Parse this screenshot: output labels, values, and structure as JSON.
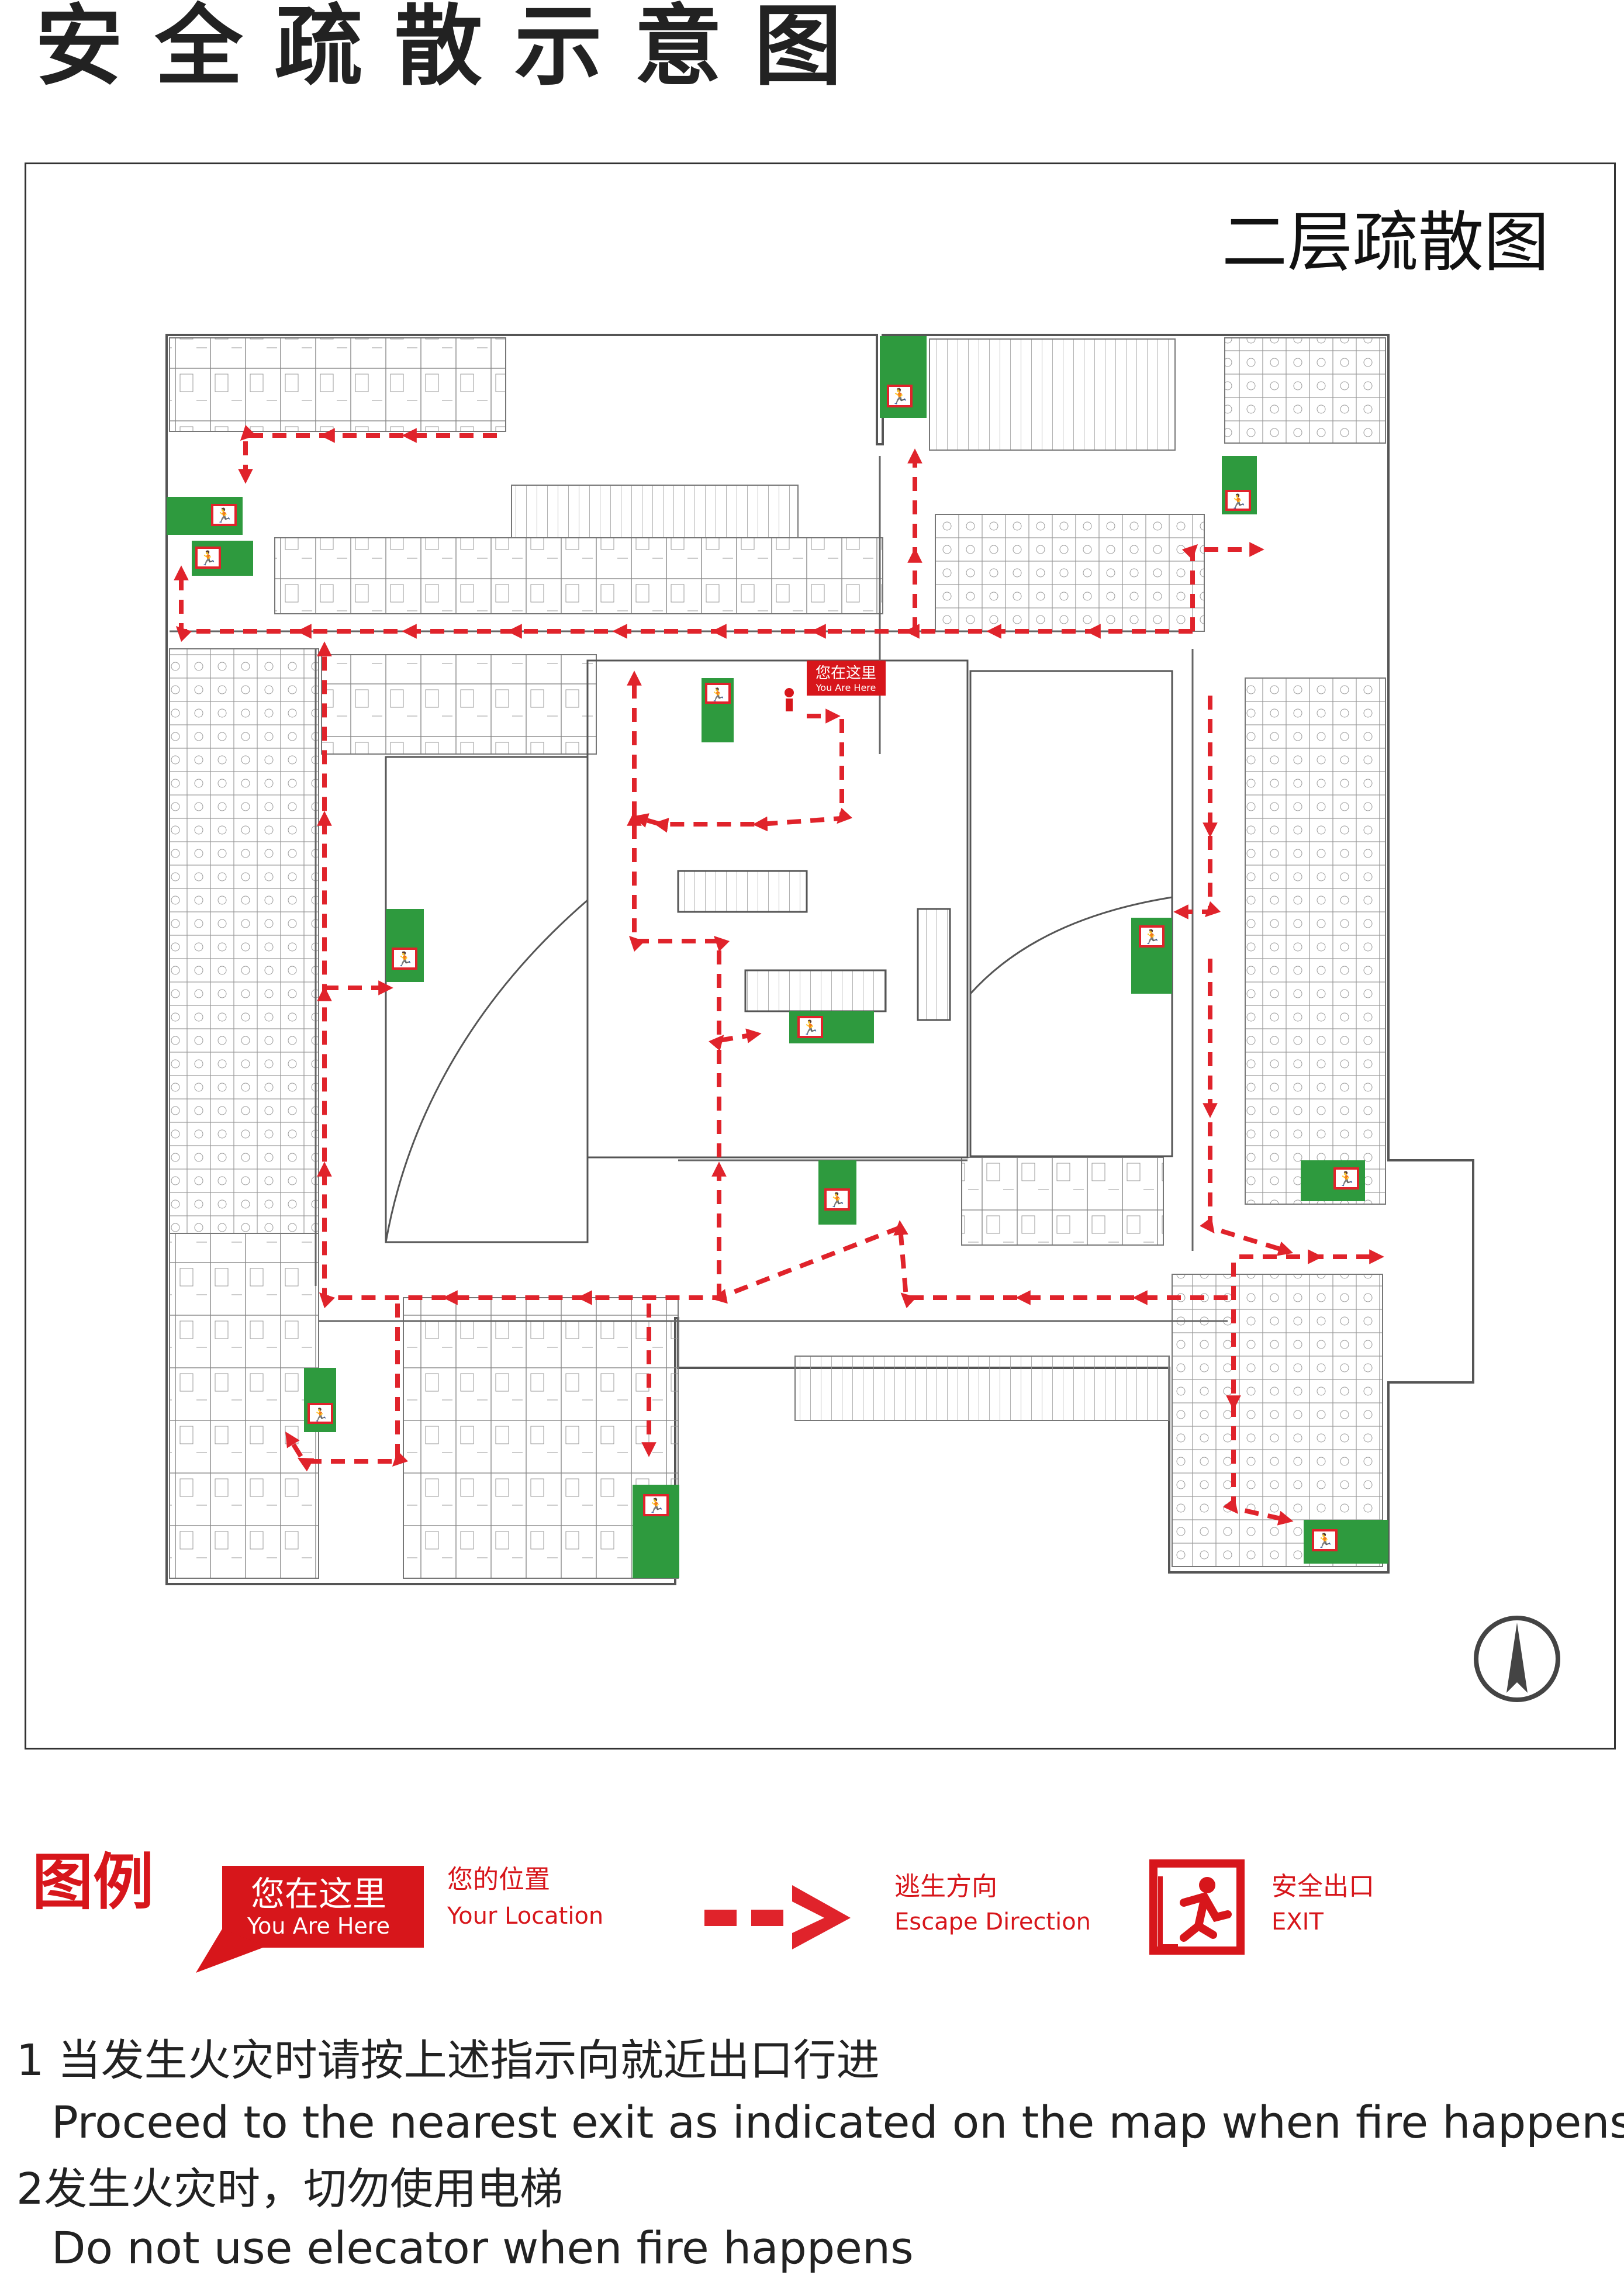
{
  "header": {
    "title": "安全疏散示意图"
  },
  "map": {
    "floor_title": "二层疏散图",
    "you_are_here": {
      "cn": "您在这里",
      "en": "You Are Here"
    },
    "route_color": "#e0232b",
    "exit_color": "#2e9a3e",
    "north_arrow": "north-arrow-icon"
  },
  "legend": {
    "title": "图例",
    "items": [
      {
        "badge_cn": "您在这里",
        "badge_en": "You Are Here",
        "cn": "您的位置",
        "en": "Your Location"
      },
      {
        "cn": "逃生方向",
        "en": "Escape Direction"
      },
      {
        "cn": "安全出口",
        "en": "EXIT"
      }
    ]
  },
  "notes": [
    {
      "cn": "1 当发生火灾时请按上述指示向就近出口行进",
      "en": "Proceed to the nearest exit as indicated on the map when fire happens"
    },
    {
      "cn": "2发生火灾时，切勿使用电梯",
      "en": "Do not use elecator when fire happens"
    }
  ]
}
